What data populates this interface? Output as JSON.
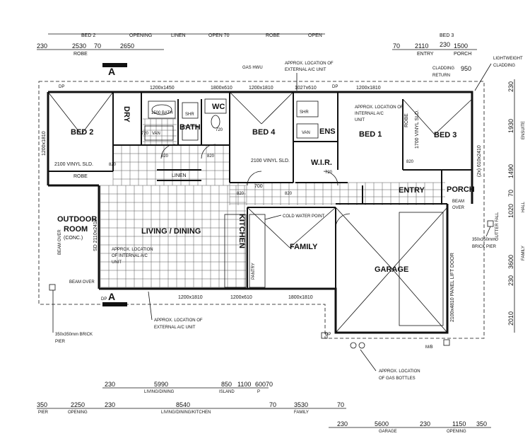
{
  "rooms": {
    "bed2": "BED 2",
    "dry": "DRY",
    "bath": "BATH",
    "wc": "WC",
    "bed4": "BED 4",
    "ens": "ENS",
    "bed1": "BED 1",
    "bed3": "BED 3",
    "wir": "W.I.R.",
    "entry": "ENTRY",
    "porch": "PORCH",
    "outdoor1": "OUTDOOR",
    "outdoor2": "ROOM",
    "outdoor3": "(CONC.)",
    "living": "LIVING / DINING",
    "kitchen": "KITCHEN",
    "family": "FAMILY",
    "garage": "GARAGE",
    "robe_bed2": "ROBE",
    "robe_bed3": "ROBE",
    "linen": "LINEN",
    "shr1": "SHR",
    "shr2": "SHR",
    "bath_small": "1500 BATH",
    "van1": "VAN",
    "van2": "VAN",
    "pantry": "PANTRY"
  },
  "section_marker": "A",
  "top_header": [
    "BED 2",
    "OPENING",
    "LINEN",
    "OPEN 70",
    "ROBE",
    "OPEN",
    "BED 3"
  ],
  "top_dims": {
    "d230a": "230",
    "d2530": "2530",
    "robe": "ROBE",
    "d70a": "70",
    "d2650": "2650",
    "d70b": "70",
    "d2110": "2110",
    "entry": "ENTRY",
    "d230b": "230",
    "d1500": "1500",
    "porch": "PORCH"
  },
  "openings": {
    "w1200x1450": "1200x1450",
    "w1800x610": "1800x610",
    "w1200x1810a": "1200x1810",
    "w1027x610": "1027x610",
    "w1200x1810b": "1200x1810",
    "w1200x1810_bed2": "1200x1810",
    "w2100vinyl_bed2": "2100 VINYL SLD.",
    "w2100vinyl_bed4": "2100 VINYL SLD.",
    "w1700vinyl": "1700 VINYL SLD.",
    "w610x2410": "(2x) 610x2410",
    "sd2110": "SD 2110x2410",
    "w1200x1810_bottom_a": "1200x1810",
    "w1200x610_bottom": "1200x610",
    "w1800x1810_bottom": "1800x1810",
    "garage_door": "2100x4810 PANEL LIFT DOOR",
    "d820": "820",
    "d720": "720",
    "d700": "700",
    "d950": "950",
    "dp": "DP"
  },
  "notes": {
    "gas_hwu": "GAS HWU",
    "ext_ac_top": [
      "APPROX. LOCATION OF",
      "EXTERNAL A/C UNIT"
    ],
    "int_ac_top": [
      "APPROX. LOCATION OF",
      "INTERNAL A/C",
      "UNIT"
    ],
    "lightweight": [
      "LIGHTWEIGHT",
      "CLADDING"
    ],
    "cladding_return": [
      "CLADDING",
      "RETURN"
    ],
    "cold_water": "COLD WATER POINT",
    "int_ac_living": [
      "APPROX. LOCATION",
      "OF INTERNAL A/C",
      "UNIT"
    ],
    "beam_over_left": "BEAM OVER",
    "beam_over_bottom": "BEAM OVER",
    "beam_over_porch": [
      "BEAM",
      "OVER"
    ],
    "gutter_fall": "GUTTER FALL",
    "brick_pier_right": [
      "350x350mm",
      "BRICK PIER"
    ],
    "brick_pier_left": [
      "350x350mm BRICK",
      "PIER"
    ],
    "ext_ac_bottom": [
      "APPROX. LOCATION OF",
      "EXTERNAL A/C UNIT"
    ],
    "gas_bottles": [
      "APPROX. LOCATION",
      "OF GAS BOTTLES"
    ],
    "mb": "M/B"
  },
  "bottom_dims_row1": {
    "d230": "230",
    "d5990": "5990",
    "living_dining": "LIVING/DINING",
    "d850": "850",
    "island": "ISLAND",
    "d1100": "1100",
    "d600": "600",
    "p": "P",
    "d70": "70"
  },
  "bottom_dims_row2": {
    "d350": "350",
    "pier": "PIER",
    "d2250": "2250",
    "opening": "OPENING",
    "d230": "230",
    "d8540": "8540",
    "ldk": "LIVING/DINING/KITCHEN",
    "d70a": "70",
    "d3530": "3530",
    "family": "FAMILY",
    "d70b": "70"
  },
  "bottom_dims_row3": {
    "d230a": "230",
    "d5600": "5600",
    "garage": "GARAGE",
    "d230b": "230",
    "d1150": "1150",
    "opening": "OPENING",
    "d350": "350"
  },
  "right_dims": {
    "d230a": "230",
    "d1930": "1930",
    "ensuite": "ENSUITE",
    "d1490": "1490",
    "d70": "70",
    "d1020": "1020",
    "hall": "HALL",
    "d3600": "3600",
    "family": "FAMILY",
    "d2010": "2010",
    "d230b": "230"
  }
}
